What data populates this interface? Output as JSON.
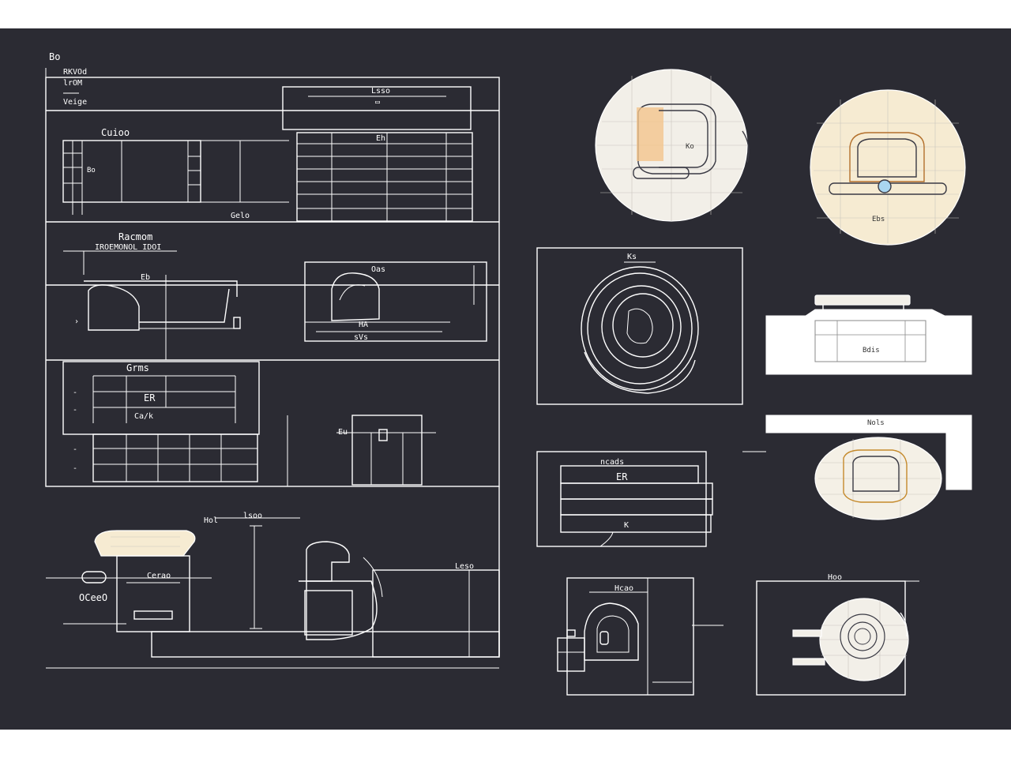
{
  "labels": {
    "corner": "Bo",
    "legend1": "RKVOd",
    "legend2": "lrOM",
    "legend3": "Veige",
    "top_bar": "Lsso",
    "elevation_title": "Cuioo",
    "elevation_foot": "Gelo",
    "table_head": "Eh",
    "section_title": "Racmom",
    "section_sub": "IROEMONOL IDOI",
    "section_tag": "Eb",
    "chair_tag": "Oas",
    "chair_dim": "sVs",
    "grid_title": "Grms",
    "grid_mark1": "ER",
    "grid_mark2": "Ca/k",
    "stand_tag": "Eu",
    "detail_tag1": "Hol",
    "detail_tag2": "lsoo",
    "detail_pill": "Cerao",
    "detail_side": "OCeeO",
    "detail_right": "Leso",
    "circle1_tag": "Ko",
    "circle2_tag": "Ebs",
    "ring_tag": "Ks",
    "block_tag": "Bdis",
    "panel_tag": "Nols",
    "steps_tag": "ncads",
    "steps_mark": "ER",
    "steps_mark2": "K",
    "booth_tag": "Hcao",
    "round_tag": "Hoo"
  },
  "colors": {
    "background": "#2b2b33",
    "line": "#ffffff",
    "paper": "#f2efe8",
    "cream": "#f6ebd2",
    "accent_orange": "#f2c48c",
    "accent_blue": "#a9d6f0"
  }
}
